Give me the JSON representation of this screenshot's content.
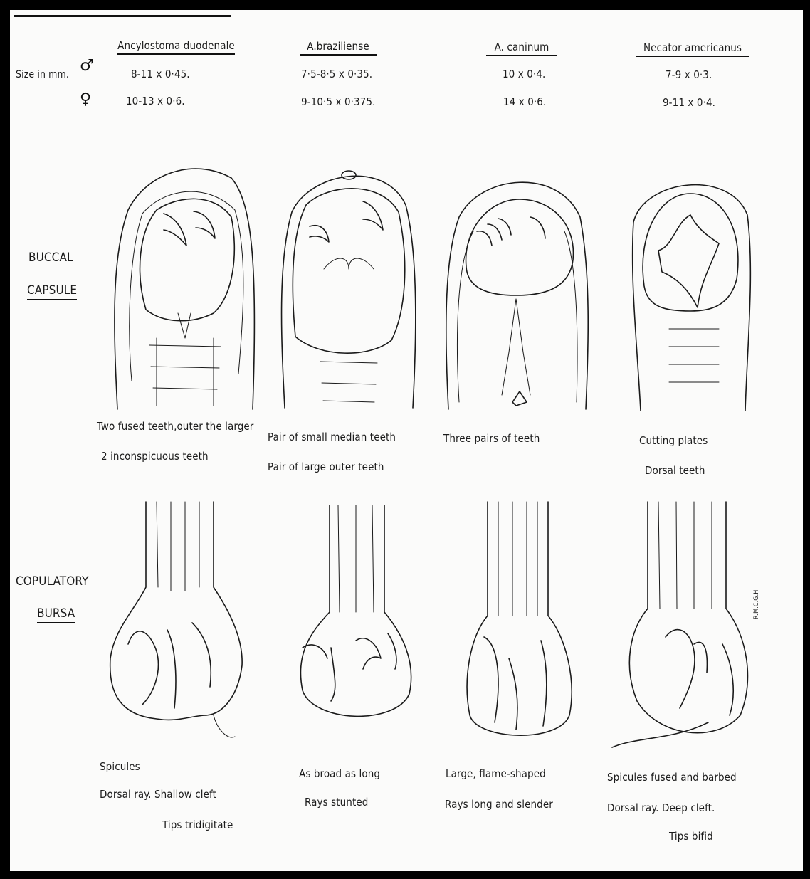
{
  "size_label": "Size in mm.",
  "male_symbol": "♂",
  "female_symbol": "♀",
  "row_labels": {
    "buccal_line1": "BUCCAL",
    "buccal_line2": "CAPSULE",
    "bursa_line1": "COPULATORY",
    "bursa_line2": "BURSA"
  },
  "species": [
    {
      "name": "Ancylostoma duodenale",
      "male_size": "8-11 x 0·45.",
      "female_size": "10-13 x 0·6.",
      "buccal_notes": [
        "Two fused teeth,outer the larger",
        "2 inconspicuous teeth"
      ],
      "bursa_notes": [
        "Spicules",
        "Dorsal ray. Shallow cleft",
        "Tips tridigitate"
      ]
    },
    {
      "name": "A.braziliense",
      "male_size": "7·5-8·5 x 0·35.",
      "female_size": "9-10·5 x 0·375.",
      "buccal_notes": [
        "Pair of small median teeth",
        "Pair of large outer teeth"
      ],
      "bursa_notes": [
        "As broad as long",
        "Rays stunted"
      ]
    },
    {
      "name": "A. caninum",
      "male_size": "10 x 0·4.",
      "female_size": "14 x 0·6.",
      "buccal_notes": [
        "Three pairs of teeth"
      ],
      "bursa_notes": [
        "Large, flame-shaped",
        "Rays long and slender"
      ]
    },
    {
      "name": "Necator americanus",
      "male_size": "7-9 x 0·3.",
      "female_size": "9-11 x 0·4.",
      "buccal_notes": [
        "Cutting plates",
        "Dorsal teeth"
      ],
      "bursa_notes": [
        "Spicules fused and barbed",
        "Dorsal ray. Deep cleft.",
        "Tips bifid"
      ]
    }
  ],
  "signature": "R.M.C.G.H"
}
